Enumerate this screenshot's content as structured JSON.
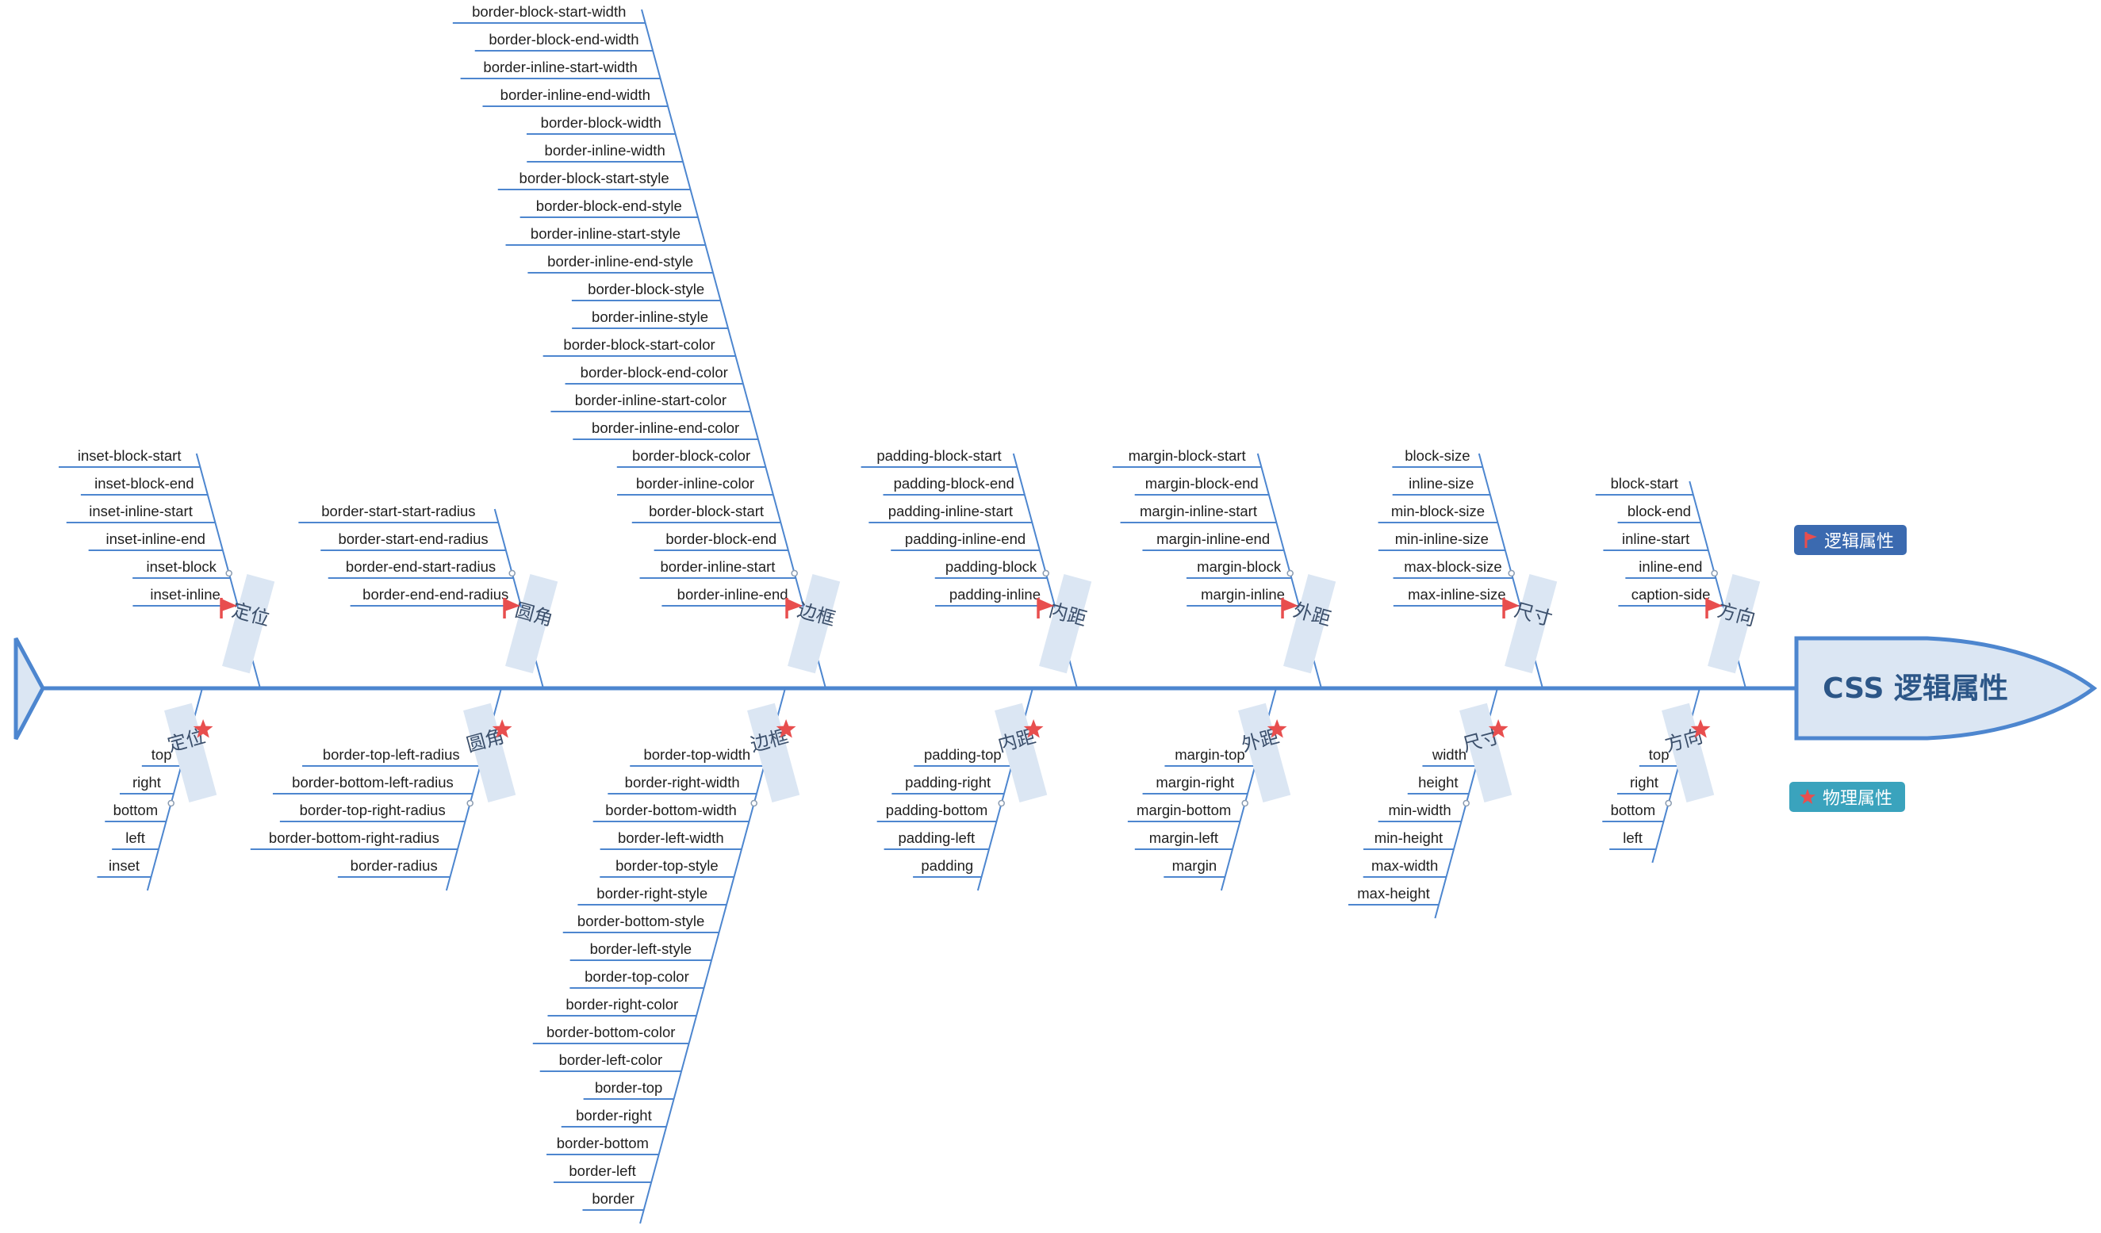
{
  "title": "CSS 逻辑属性",
  "legend": {
    "logical": {
      "label": "逻辑属性",
      "icon": "red-flag-icon"
    },
    "physical": {
      "label": "物理属性",
      "icon": "red-star-icon"
    }
  },
  "colors": {
    "line": "#4d86cf",
    "label_bg": "#dbe6f3",
    "label_text": "#3b4f6b",
    "marker": "#e84e4e",
    "title_text": "#2c5687"
  },
  "top_branches": [
    {
      "label": "定位",
      "icon": "red-flag-icon",
      "items": [
        "inset-block-start",
        "inset-block-end",
        "inset-inline-start",
        "inset-inline-end",
        "inset-block",
        "inset-inline"
      ]
    },
    {
      "label": "圆角",
      "icon": "red-flag-icon",
      "items": [
        "border-start-start-radius",
        "border-start-end-radius",
        "border-end-start-radius",
        "border-end-end-radius"
      ]
    },
    {
      "label": "边框",
      "icon": "red-flag-icon",
      "items": [
        "border-block-start-width",
        "border-block-end-width",
        "border-inline-start-width",
        "border-inline-end-width",
        "border-block-width",
        "border-inline-width",
        "border-block-start-style",
        "border-block-end-style",
        "border-inline-start-style",
        "border-inline-end-style",
        "border-block-style",
        "border-inline-style",
        "border-block-start-color",
        "border-block-end-color",
        "border-inline-start-color",
        "border-inline-end-color",
        "border-block-color",
        "border-inline-color",
        "border-block-start",
        "border-block-end",
        "border-inline-start",
        "border-inline-end"
      ]
    },
    {
      "label": "内距",
      "icon": "red-flag-icon",
      "items": [
        "padding-block-start",
        "padding-block-end",
        "padding-inline-start",
        "padding-inline-end",
        "padding-block",
        "padding-inline"
      ]
    },
    {
      "label": "外距",
      "icon": "red-flag-icon",
      "items": [
        "margin-block-start",
        "margin-block-end",
        "margin-inline-start",
        "margin-inline-end",
        "margin-block",
        "margin-inline"
      ]
    },
    {
      "label": "尺寸",
      "icon": "red-flag-icon",
      "items": [
        "block-size",
        "inline-size",
        "min-block-size",
        "min-inline-size",
        "max-block-size",
        "max-inline-size"
      ]
    },
    {
      "label": "方向",
      "icon": "red-flag-icon",
      "items": [
        "block-start",
        "block-end",
        "inline-start",
        "inline-end",
        "caption-side"
      ]
    }
  ],
  "bottom_branches": [
    {
      "label": "定位",
      "icon": "red-star-icon",
      "items": [
        "top",
        "right",
        "bottom",
        "left",
        "inset"
      ]
    },
    {
      "label": "圆角",
      "icon": "red-star-icon",
      "items": [
        "border-top-left-radius",
        "border-bottom-left-radius",
        "border-top-right-radius",
        "border-bottom-right-radius",
        "border-radius"
      ]
    },
    {
      "label": "边框",
      "icon": "red-star-icon",
      "items": [
        "border-top-width",
        "border-right-width",
        "border-bottom-width",
        "border-left-width",
        "border-top-style",
        "border-right-style",
        "border-bottom-style",
        "border-left-style",
        "border-top-color",
        "border-right-color",
        "border-bottom-color",
        "border-left-color",
        "border-top",
        "border-right",
        "border-bottom",
        "border-left",
        "border"
      ]
    },
    {
      "label": "内距",
      "icon": "red-star-icon",
      "items": [
        "padding-top",
        "padding-right",
        "padding-bottom",
        "padding-left",
        "padding"
      ]
    },
    {
      "label": "外距",
      "icon": "red-star-icon",
      "items": [
        "margin-top",
        "margin-right",
        "margin-bottom",
        "margin-left",
        "margin"
      ]
    },
    {
      "label": "尺寸",
      "icon": "red-star-icon",
      "items": [
        "width",
        "height",
        "min-width",
        "min-height",
        "max-width",
        "max-height"
      ]
    },
    {
      "label": "方向",
      "icon": "red-star-icon",
      "items": [
        "top",
        "right",
        "bottom",
        "left"
      ]
    }
  ]
}
